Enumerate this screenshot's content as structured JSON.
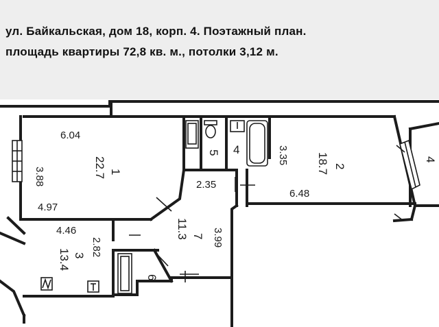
{
  "caption": {
    "line1": "ул. Байкальская, дом 18, корп. 4. Поэтажный план.",
    "line2": "площадь квартиры 72,8 кв. м., потолки 3,12 м."
  },
  "plan": {
    "rooms": [
      {
        "id": "room-1",
        "number": "1",
        "area": "22.7",
        "width": "6.04",
        "height": "3.88",
        "bottom": "4.97"
      },
      {
        "id": "room-2",
        "number": "2",
        "area": "18.7",
        "height": "3.35",
        "bottom": "6.48"
      },
      {
        "id": "room-3",
        "number": "3",
        "area": "13.4",
        "width": "4.46",
        "height": "2.82"
      },
      {
        "id": "room-4",
        "number": "4"
      },
      {
        "id": "room-5",
        "number": "5"
      },
      {
        "id": "room-6",
        "number": "6"
      },
      {
        "id": "room-7",
        "number": "7",
        "area": "11.3",
        "width": "2.35",
        "height": "3.99"
      }
    ],
    "partial_label": "4"
  }
}
